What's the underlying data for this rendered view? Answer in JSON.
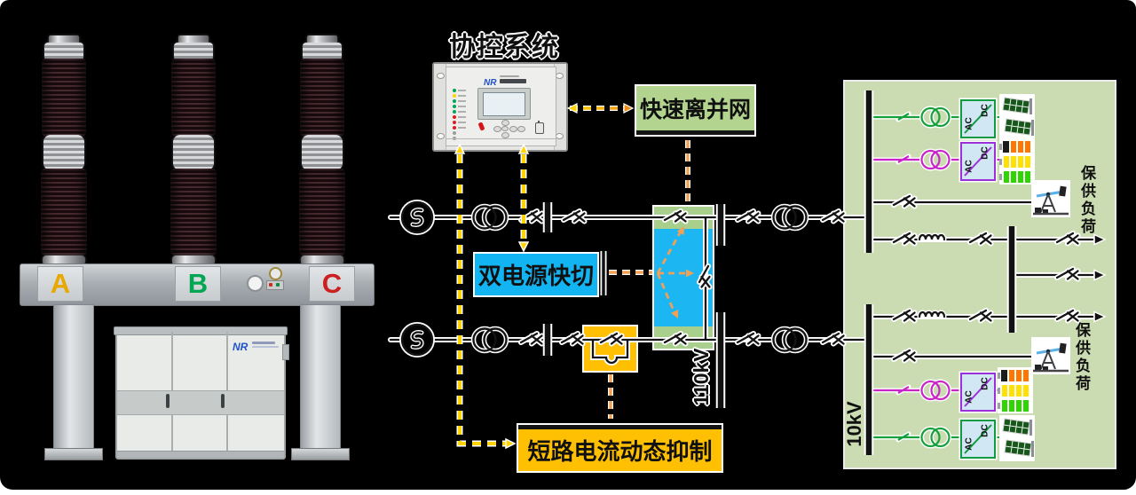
{
  "control": {
    "title": "协控系统",
    "device_logo": "NR"
  },
  "boxes": {
    "fast_island": "快速离并网",
    "dual_source": "双电源快切",
    "short_circuit": "短路电流动态抑制"
  },
  "voltages": {
    "line": "110kV",
    "bus": "10kV"
  },
  "loads": {
    "top": "保供负荷",
    "bottom": "保供负荷"
  },
  "converter": {
    "ac": "AC",
    "dc": "DC"
  },
  "breaker": {
    "phase_a": "A",
    "phase_b": "B",
    "phase_c": "C",
    "cabinet_logo": "NR"
  },
  "relay_leds": [
    "#00a651",
    "#ffd400",
    "#00a651",
    "#00a651",
    "#00a651",
    "#e01b1b",
    "#e01b1b",
    "#e01b1b",
    "#9a9a98",
    "#9a9a98"
  ],
  "colors": {
    "background": "#000000",
    "label_green": "#b2d48e",
    "label_cyan": "#1cb7f2",
    "label_orange": "#ffc003",
    "panel_green": "#cbdcb2",
    "yellow_arrow": "#ffd400",
    "orange_arrow": "#f2a055",
    "line_green": "#15a03c",
    "line_magenta": "#c824c8",
    "converter_green_border": "#119a40",
    "converter_purple_border": "#9b30d8",
    "nr_blue": "#1f52c8",
    "phase_a": "#e8a800",
    "phase_b": "#00a651",
    "phase_c": "#cc2020"
  }
}
